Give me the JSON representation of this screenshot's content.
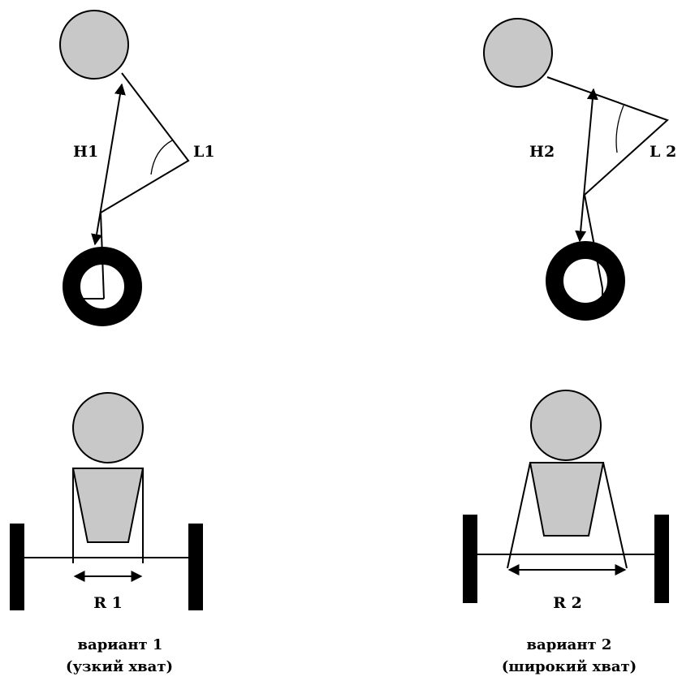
{
  "colors": {
    "head_fill": "#c8c8c8",
    "body_fill": "#c8c8c8",
    "stroke": "#000000",
    "wheel": "#000000",
    "background": "#ffffff"
  },
  "variant1": {
    "side": {
      "h_label": "H1",
      "l_label": "L1"
    },
    "front": {
      "r_label": "R 1"
    },
    "caption_line1": "вариант 1",
    "caption_line2": "(узкий хват)"
  },
  "variant2": {
    "side": {
      "h_label": "H2",
      "l_label": "L 2"
    },
    "front": {
      "r_label": "R 2"
    },
    "caption_line1": "вариант 2",
    "caption_line2": "(широкий хват)"
  }
}
